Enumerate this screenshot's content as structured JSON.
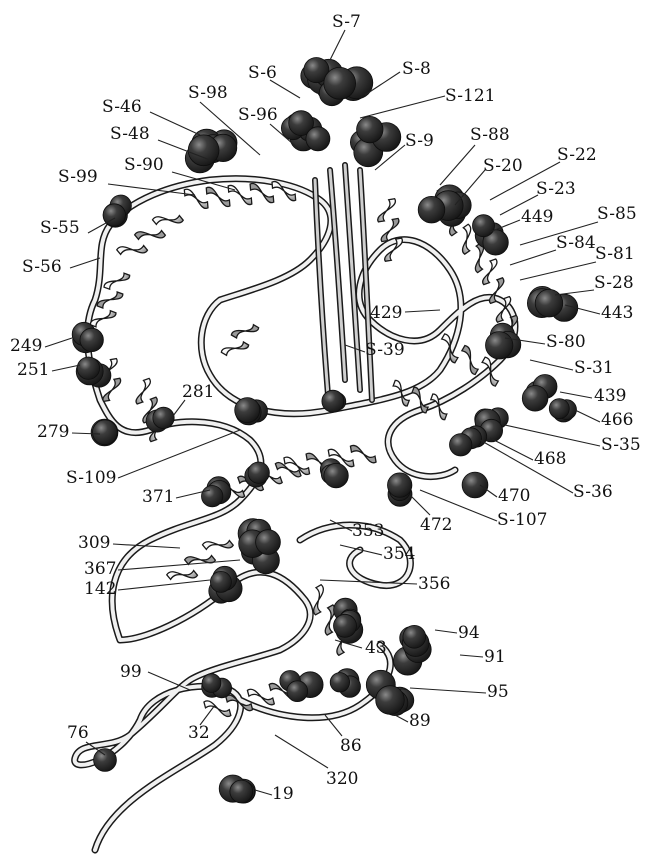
{
  "colors": {
    "background": "#ffffff",
    "sphere_dark": "#2b2b2b",
    "sphere_mid": "#4a4a4a",
    "ribbon_light": "#f2f2f2",
    "ribbon_shade": "#9a9a9a",
    "outline": "#1a1a1a",
    "label": "#111111"
  },
  "labels": {
    "s7": "S-7",
    "s6": "S-6",
    "s8": "S-8",
    "s121": "S-121",
    "s46": "S-46",
    "s98": "S-98",
    "s96": "S-96",
    "s48": "S-48",
    "s9": "S-9",
    "s88": "S-88",
    "s20": "S-20",
    "s22": "S-22",
    "s99": "S-99",
    "s90": "S-90",
    "s23": "S-23",
    "n449": "449",
    "s85": "S-85",
    "s55": "S-55",
    "s84": "S-84",
    "s56": "S-56",
    "s81": "S-81",
    "s28": "S-28",
    "n443": "443",
    "n429": "429",
    "s39": "S-39",
    "n249": "249",
    "s80": "S-80",
    "n251": "251",
    "s31": "S-31",
    "n281": "281",
    "n439": "439",
    "n466": "466",
    "n279": "279",
    "s35": "S-35",
    "n468": "468",
    "s109": "S-109",
    "s36": "S-36",
    "n371": "371",
    "n470": "470",
    "s107": "S-107",
    "n472": "472",
    "n353": "353",
    "n309": "309",
    "n354": "354",
    "n367": "367",
    "n142": "142",
    "n356": "356",
    "n43": "43",
    "n94": "94",
    "n91": "91",
    "n99": "99",
    "n95": "95",
    "n89": "89",
    "n76": "76",
    "n32": "32",
    "n86": "86",
    "n320": "320",
    "n19": "19"
  }
}
